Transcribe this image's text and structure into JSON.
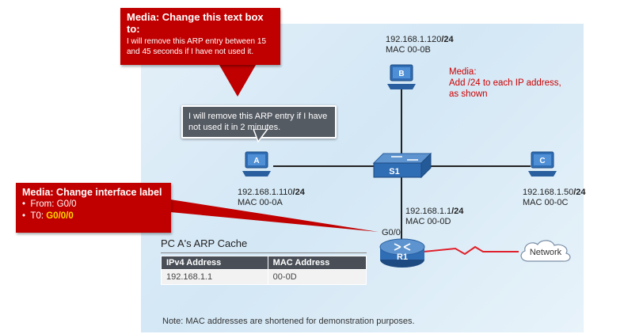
{
  "callout_textbox": {
    "title": "Media: Change this text box to:",
    "body": "I will remove this ARP entry between 15 and 45 seconds if I have not used it."
  },
  "callout_interface": {
    "title": "Media: Change interface label",
    "from_label": "From: G0/0",
    "to_prefix": "T0: ",
    "to_value": "G0/0/0"
  },
  "media_note": {
    "title": "Media:",
    "line1": "Add /24 to each IP address,",
    "line2": "as shown"
  },
  "speech_bubble": "I will remove this ARP entry if I have not used it in 2 minutes.",
  "hosts": {
    "a": {
      "letter": "A",
      "ip": "192.168.1.110",
      "prefix": "/24",
      "mac": "MAC 00-0A"
    },
    "b": {
      "letter": "B",
      "ip": "192.168.1.120",
      "prefix": "/24",
      "mac": "MAC 00-0B"
    },
    "c": {
      "letter": "C",
      "ip": "192.168.1.50",
      "prefix": "/24",
      "mac": "MAC 00-0C"
    }
  },
  "switch": {
    "label": "S1"
  },
  "router": {
    "label": "R1",
    "ip": "192.168.1.1",
    "prefix": "/24",
    "mac": "MAC 00-0D",
    "interface": "G0/0"
  },
  "cloud": {
    "label": "Network"
  },
  "arp_cache": {
    "title": "PC A's ARP Cache",
    "headers": [
      "IPv4 Address",
      "MAC Address"
    ],
    "rows": [
      [
        "192.168.1.1",
        "00-0D"
      ]
    ]
  },
  "footnote": "Note: MAC addresses are shortened for demonstration purposes.",
  "colors": {
    "callout_red": "#c00000",
    "highlight_yellow": "#ffd700",
    "note_red": "#cc0000",
    "device_blue": "#2f6db5"
  }
}
